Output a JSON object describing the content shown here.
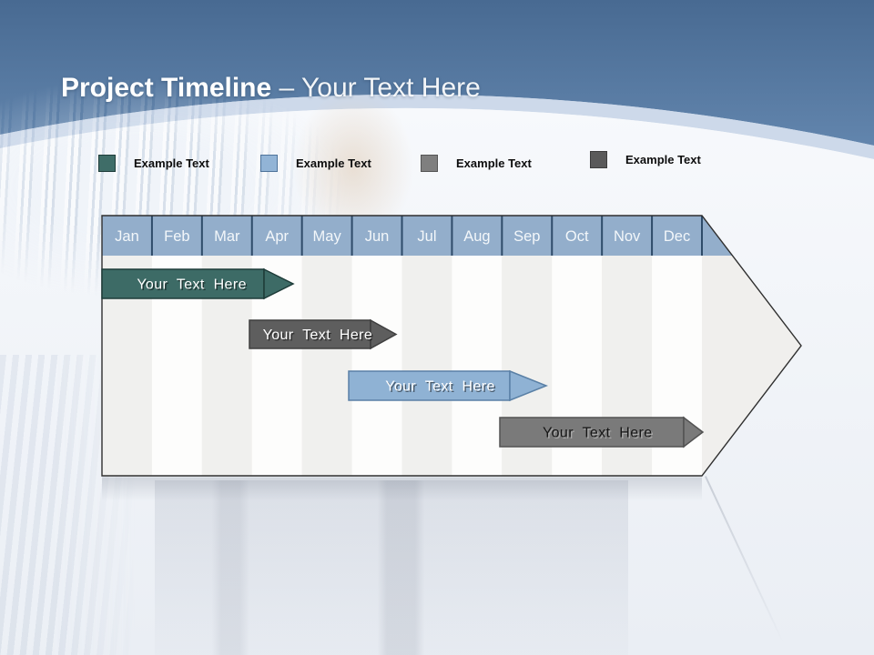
{
  "slide": {
    "title_bold": "Project Timeline",
    "title_light": "– Your Text Here",
    "background": {
      "top_gradient_start": "#486a92",
      "top_gradient_end": "#6285ad",
      "band_color": "#c6d3e6",
      "body_top": "#f7f9fc",
      "body_bottom": "#eaeef4"
    }
  },
  "legend": {
    "items": [
      {
        "label": "Example Text",
        "color": "#3f6d68",
        "border": "#1f3d3a"
      },
      {
        "label": "Example Text",
        "color": "#92b4d6",
        "border": "#4f749b"
      },
      {
        "label": "Example Text",
        "color": "#7f7f7f",
        "border": "#555555"
      },
      {
        "label": "Example Text",
        "color": "#5a5a5a",
        "border": "#3d3d3d"
      }
    ]
  },
  "timeline": {
    "months": [
      "Jan",
      "Feb",
      "Mar",
      "Apr",
      "May",
      "Jun",
      "Jul",
      "Aug",
      "Sep",
      "Oct",
      "Nov",
      "Dec"
    ],
    "colors": {
      "header_fill": "#93aecb",
      "header_separator": "#2e4b69",
      "month_text": "#f3f7fa",
      "stripe_odd": "#f0f0ee",
      "stripe_even": "#fdfdfc",
      "arrow_region": "#f0efed",
      "outline": "#2f2f2f"
    },
    "bars": [
      {
        "label": "Your Text Here",
        "fill": "#3d6b66",
        "stroke": "#1e3c39",
        "text_color": "#ffffff"
      },
      {
        "label": "Your Text Here",
        "fill": "#5e5e5e",
        "stroke": "#3f3f3f",
        "text_color": "#ffffff"
      },
      {
        "label": "Your Text Here",
        "fill": "#8fb2d4",
        "stroke": "#5a80a6",
        "text_color": "#ffffff"
      },
      {
        "label": "Your Text Here",
        "fill": "#7a7a7a",
        "stroke": "#525252",
        "text_color": "#161616"
      }
    ]
  }
}
